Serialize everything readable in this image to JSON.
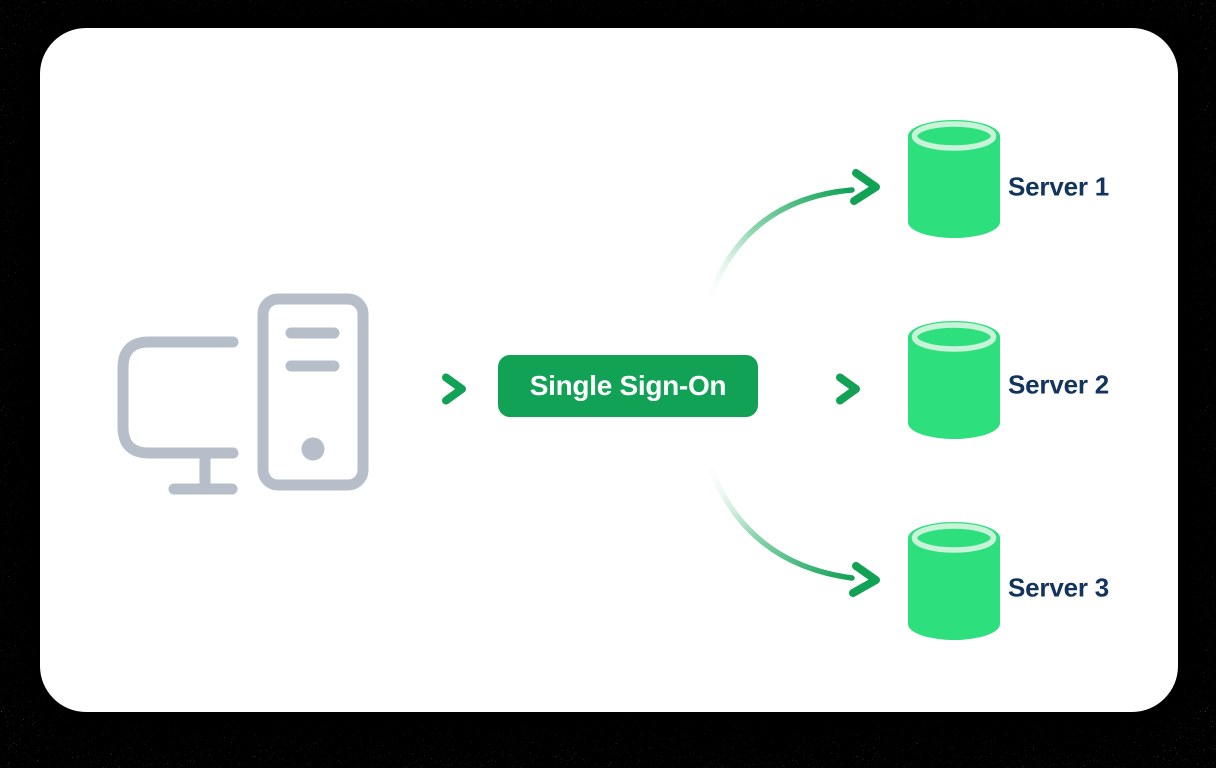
{
  "diagram": {
    "client": {
      "icon": "desktop-computer-icon"
    },
    "sso": {
      "label": "Single Sign-On"
    },
    "servers": [
      {
        "label": "Server 1",
        "icon": "database-cylinder-icon"
      },
      {
        "label": "Server 2",
        "icon": "database-cylinder-icon"
      },
      {
        "label": "Server 3",
        "icon": "database-cylinder-icon"
      }
    ],
    "colors": {
      "accent_green": "#12a256",
      "cylinder_green": "#2ee07d",
      "cylinder_rim": "#c8f3d8",
      "label_navy": "#13345c",
      "computer_gray": "#b6bec9",
      "card_background": "#ffffff",
      "outer_background": "#000000"
    }
  }
}
